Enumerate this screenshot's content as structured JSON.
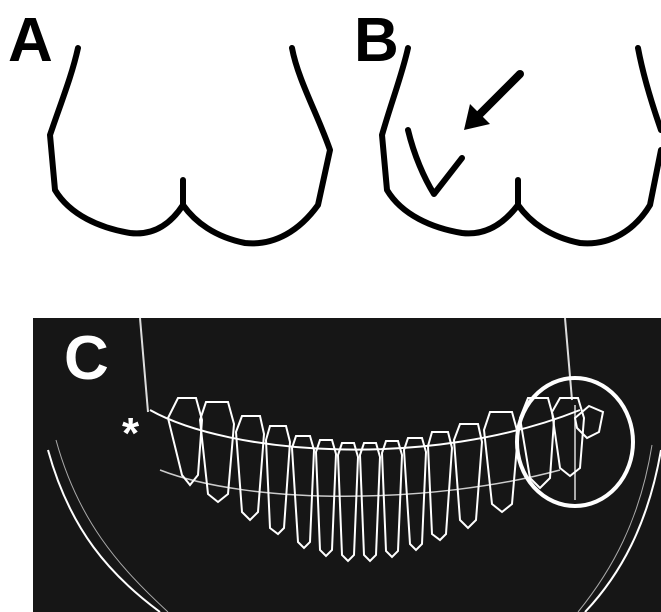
{
  "panels": {
    "a": {
      "label": "A"
    },
    "b": {
      "label": "B"
    },
    "c": {
      "label": "C",
      "marker": "*"
    }
  },
  "colors": {
    "outline": "#000000",
    "xray_background": "#161616",
    "xray_lines": "#ffffff"
  },
  "icons": {
    "panel_b_pointer": "arrow-icon",
    "panel_c_highlight": "circle-icon"
  }
}
